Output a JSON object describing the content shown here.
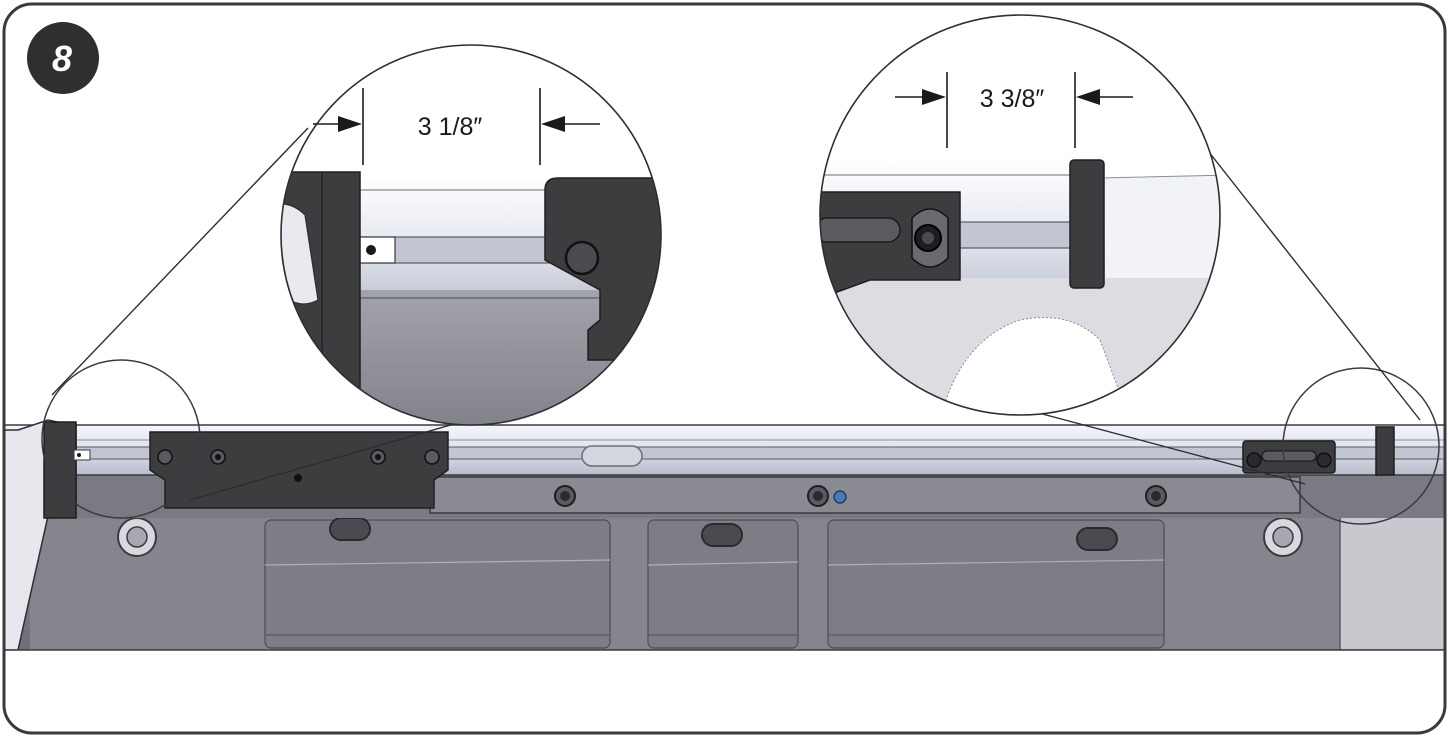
{
  "step": {
    "number": "8"
  },
  "callouts": {
    "left": {
      "dimension": "3 1/8″"
    },
    "right": {
      "dimension": "3 3/8″"
    }
  },
  "colors": {
    "frame": "#3a3a3a",
    "rail": "#dfe3ee",
    "bracket": "#3d3d40",
    "bed": "#8c8c94",
    "bed_panel": "#7a7a82",
    "badge": "#2f2f2f"
  }
}
